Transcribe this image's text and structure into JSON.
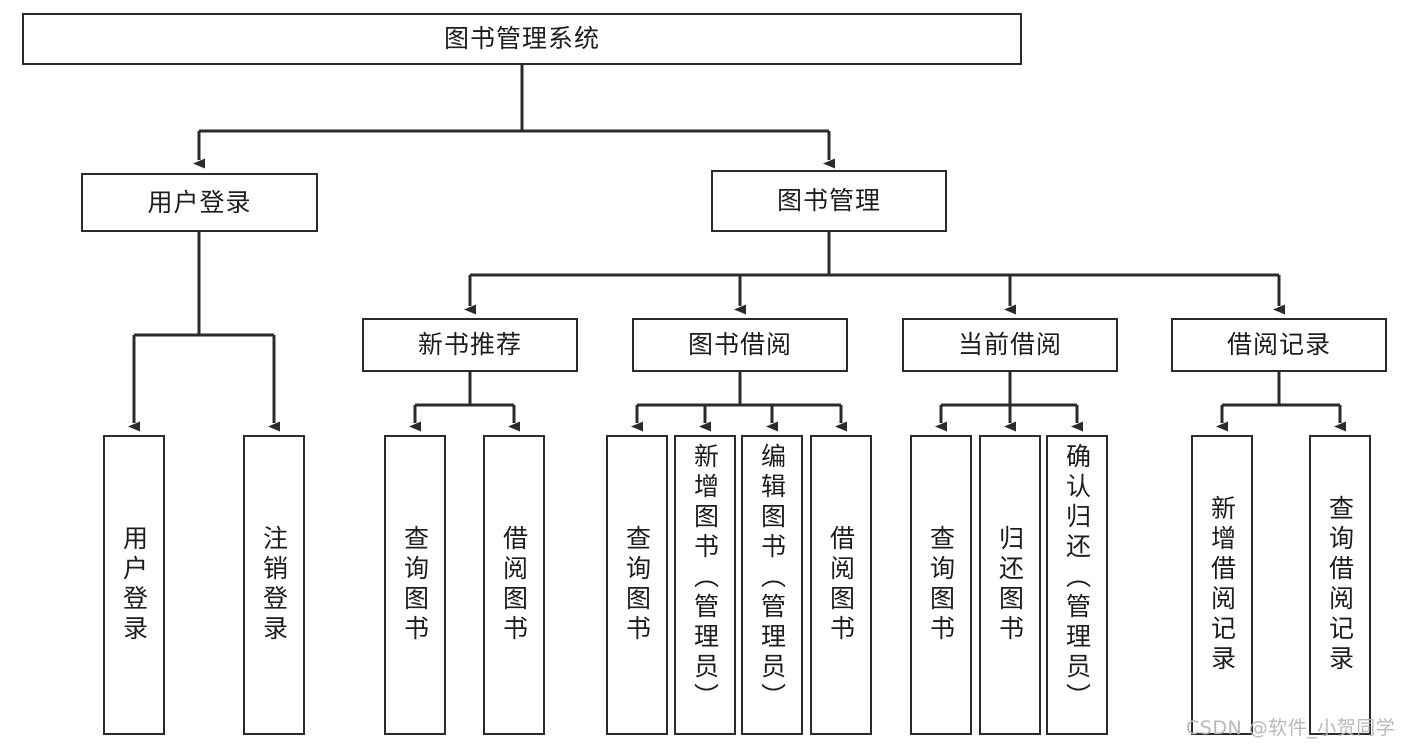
{
  "diagram": {
    "type": "tree-hierarchy",
    "title": "图书管理系统",
    "root": {
      "id": "root",
      "label": "图书管理系统",
      "level": 0
    },
    "level1": [
      {
        "id": "n-user-login",
        "label": "用户登录"
      },
      {
        "id": "n-book-manage",
        "label": "图书管理"
      }
    ],
    "level2": [
      {
        "id": "n-new-book-rec",
        "label": "新书推荐",
        "parent": "n-book-manage"
      },
      {
        "id": "n-book-borrow",
        "label": "图书借阅",
        "parent": "n-book-manage"
      },
      {
        "id": "n-current-borrow",
        "label": "当前借阅",
        "parent": "n-book-manage"
      },
      {
        "id": "n-borrow-record",
        "label": "借阅记录",
        "parent": "n-book-manage"
      }
    ],
    "leaves": [
      {
        "id": "lf-user-login",
        "label": "用户登录",
        "parent": "n-user-login",
        "align": "center"
      },
      {
        "id": "lf-logout",
        "label": "注销登录",
        "parent": "n-user-login",
        "align": "center"
      },
      {
        "id": "lf-query-book-1",
        "label": "查询图书",
        "parent": "n-new-book-rec",
        "align": "center"
      },
      {
        "id": "lf-borrow-book-1",
        "label": "借阅图书",
        "parent": "n-new-book-rec",
        "align": "center"
      },
      {
        "id": "lf-query-book-2",
        "label": "查询图书",
        "parent": "n-book-borrow",
        "align": "center"
      },
      {
        "id": "lf-add-book",
        "label": "新增图书（管理员）",
        "parent": "n-book-borrow",
        "align": "top"
      },
      {
        "id": "lf-edit-book",
        "label": "编辑图书（管理员）",
        "parent": "n-book-borrow",
        "align": "top"
      },
      {
        "id": "lf-borrow-book-2",
        "label": "借阅图书",
        "parent": "n-book-borrow",
        "align": "center"
      },
      {
        "id": "lf-query-book-3",
        "label": "查询图书",
        "parent": "n-current-borrow",
        "align": "center"
      },
      {
        "id": "lf-return-book",
        "label": "归还图书",
        "parent": "n-current-borrow",
        "align": "center"
      },
      {
        "id": "lf-confirm-return",
        "label": "确认归还（管理员）",
        "parent": "n-current-borrow",
        "align": "top"
      },
      {
        "id": "lf-add-record",
        "label": "新增借阅记录",
        "parent": "n-borrow-record",
        "align": "center"
      },
      {
        "id": "lf-query-record",
        "label": "查询借阅记录",
        "parent": "n-borrow-record",
        "align": "center"
      }
    ],
    "colors": {
      "stroke": "#2b2b2b",
      "fill": "#ffffff",
      "text": "#1d1d1d",
      "watermark": "#b9b9b9"
    }
  },
  "watermark": {
    "text": "CSDN @软件_小贺同学"
  }
}
